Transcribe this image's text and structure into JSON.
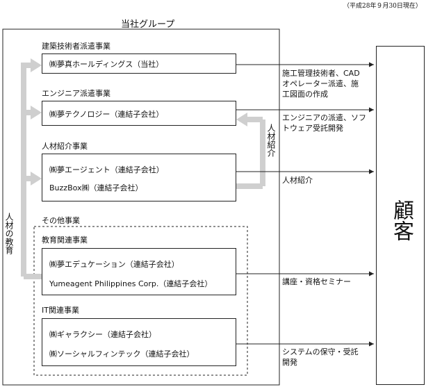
{
  "date_note": "（平成28年９月30日現在）",
  "group_title": "当社グループ",
  "segments": {
    "construction": {
      "heading": "建築技術者派遣事業",
      "companies": [
        "㈱夢真ホールディングス（当社）"
      ]
    },
    "engineer": {
      "heading": "エンジニア派遣事業",
      "companies": [
        "㈱夢テクノロジー（連結子会社）"
      ]
    },
    "recruitment": {
      "heading": "人材紹介事業",
      "companies": [
        "㈱夢エージェント（連結子会社）",
        "BuzzBox㈱（連結子会社）"
      ]
    },
    "other": {
      "heading": "その他事業",
      "education": {
        "heading": "教育関連事業",
        "companies": [
          "㈱夢エデュケーション（連結子会社）",
          "Yumeagent Philippines Corp.（連結子会社）"
        ]
      },
      "it": {
        "heading": "IT関連事業",
        "companies": [
          "㈱ギャラクシー（連結子会社）",
          "㈱ソーシャルフィンテック（連結子会社）"
        ]
      }
    }
  },
  "customer_label": "顧客",
  "left_arrow_label": "人材の教育",
  "right_arrow_label": "人材紹介",
  "service_labels": {
    "construction": [
      "施工管理技術者、CAD",
      "オペレーター派遣、施",
      "工図面の作成"
    ],
    "engineer": [
      "エンジニアの派遣、ソフ",
      "トウェア受託開発"
    ],
    "recruitment": [
      "人材紹介"
    ],
    "education": [
      "講座・資格セミナー"
    ],
    "it": [
      "システムの保守・受託",
      "開発"
    ]
  }
}
